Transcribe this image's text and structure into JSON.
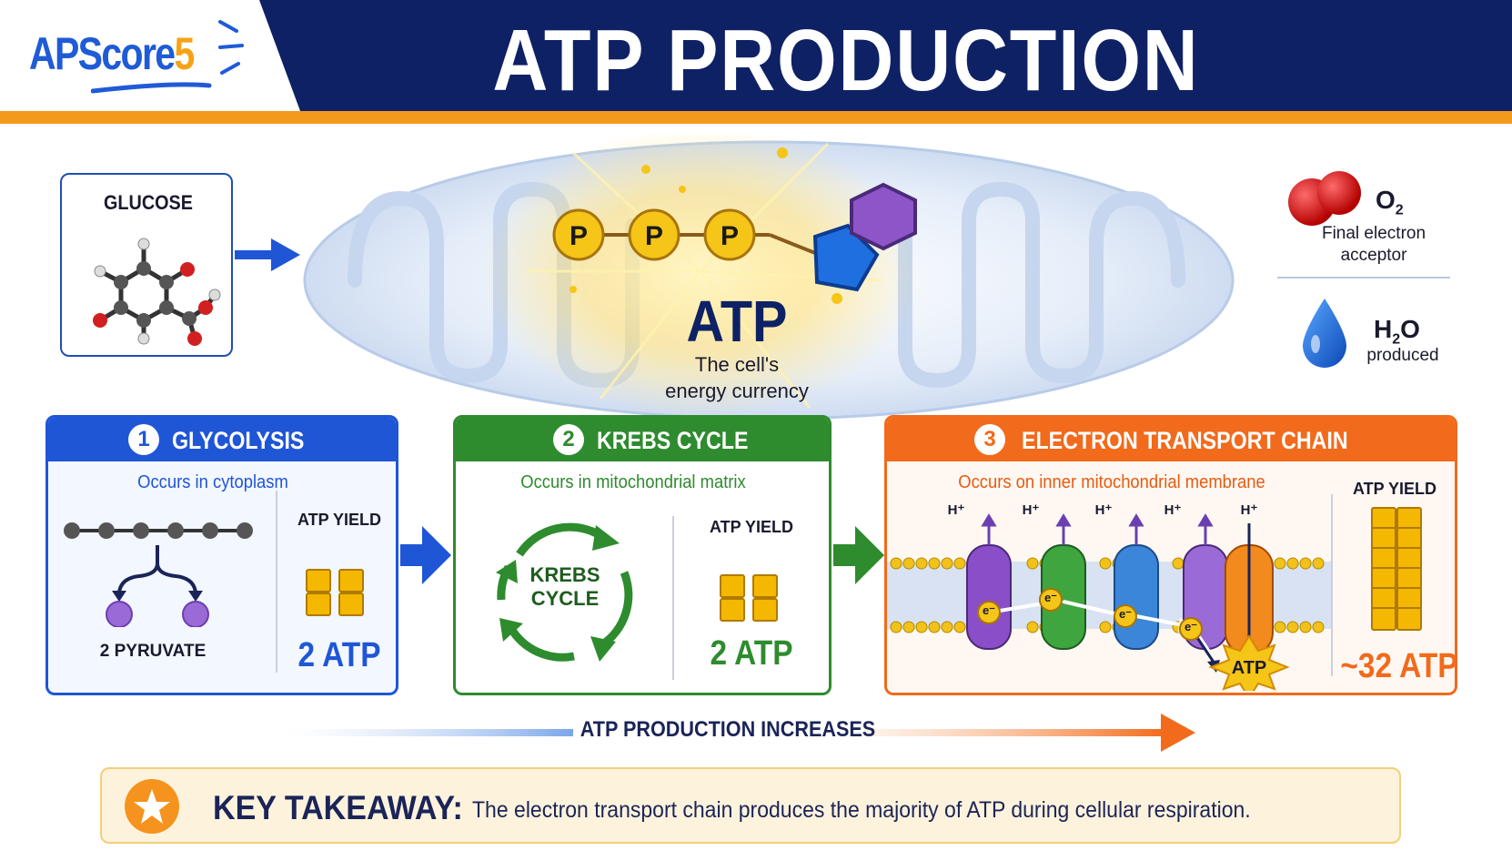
{
  "header": {
    "logo_text": "APScore",
    "logo_number": "5",
    "title": "ATP PRODUCTION"
  },
  "glucose": {
    "label": "GLUCOSE"
  },
  "center": {
    "phosphate_label": "P",
    "molecule_name": "ATP",
    "caption_line1": "The cell's",
    "caption_line2": "energy currency"
  },
  "side": {
    "o2_formula": "O",
    "o2_subscript": "2",
    "o2_caption_line1": "Final electron",
    "o2_caption_line2": "acceptor",
    "h2o_prefix": "H",
    "h2o_subscript": "2",
    "h2o_suffix": "O",
    "h2o_caption": "produced"
  },
  "phases": [
    {
      "number": "1",
      "title": "GLYCOLYSIS",
      "location": "Occurs in cytoplasm",
      "yield_label": "ATP YIELD",
      "yield": "2 ATP",
      "product_label": "2 PYRUVATE"
    },
    {
      "number": "2",
      "title": "KREBS CYCLE",
      "location": "Occurs in mitochondrial matrix",
      "yield_label": "ATP YIELD",
      "yield": "2 ATP",
      "cycle_line1": "KREBS",
      "cycle_line2": "CYCLE"
    },
    {
      "number": "3",
      "title": "ELECTRON TRANSPORT CHAIN",
      "location": "Occurs on inner mitochondrial membrane",
      "yield_label": "ATP YIELD",
      "yield": "~32 ATP",
      "proton_label": "H⁺",
      "electron_label": "e⁻",
      "synthase_output": "ATP"
    }
  ],
  "progress": {
    "label": "ATP PRODUCTION INCREASES"
  },
  "takeaway": {
    "title": "KEY TAKEAWAY:",
    "text": "The electron transport chain produces the majority of ATP during cellular respiration."
  },
  "colors": {
    "navy": "#0f2165",
    "orange": "#f39a1d",
    "glycolysis_blue": "#1f56d6",
    "krebs_green": "#2e8b2e",
    "etc_orange": "#f26a1b",
    "atp_gold": "#f5b800"
  }
}
